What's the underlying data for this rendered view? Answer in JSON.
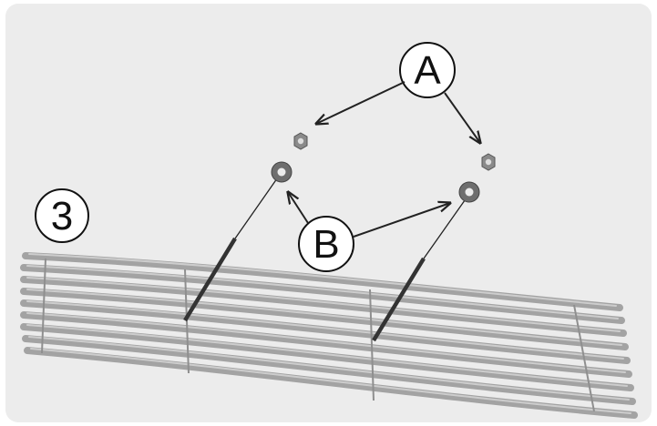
{
  "figure": {
    "step_number": "3",
    "callouts": [
      {
        "id": "A",
        "label": "A",
        "part": "nut"
      },
      {
        "id": "B",
        "label": "B",
        "part": "washer"
      }
    ]
  },
  "colors": {
    "panel_background": "#ececec",
    "grille_bar": "#a0a0a0",
    "grille_bar_highlight": "#c4c4c4",
    "hardware": "#6e6e6e",
    "line": "#222222"
  },
  "icons": [
    "hex-nut-icon",
    "washer-icon",
    "threaded-stud-icon",
    "grille-icon"
  ]
}
